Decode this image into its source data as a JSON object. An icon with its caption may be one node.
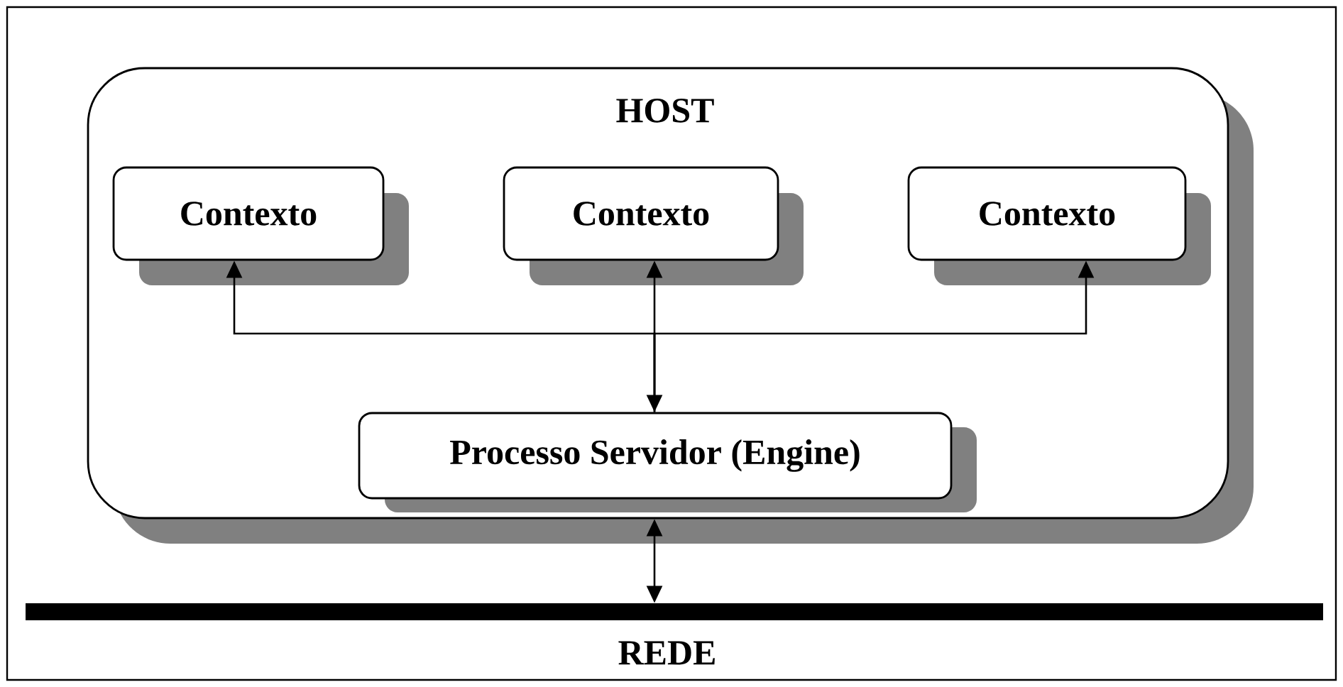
{
  "diagram": {
    "nodes": [
      {
        "text": [
          "HOST"
        ]
      },
      {
        "text": [
          "Contexto"
        ],
        "in": 0
      },
      {
        "text": [
          "Contexto"
        ],
        "in": 0
      },
      {
        "text": [
          "Contexto"
        ],
        "in": 0
      },
      {
        "text": [
          "Processo Servidor (Engine)"
        ],
        "in": 0
      },
      {
        "text": [
          "REDE"
        ]
      }
    ],
    "edges": [
      {
        "from": 4,
        "to": 1,
        "arrow": "to"
      },
      {
        "from": 4,
        "to": 2,
        "arrow": "both"
      },
      {
        "from": 4,
        "to": 3,
        "arrow": "to"
      },
      {
        "from": 0,
        "to": 5,
        "arrow": "both"
      }
    ]
  }
}
